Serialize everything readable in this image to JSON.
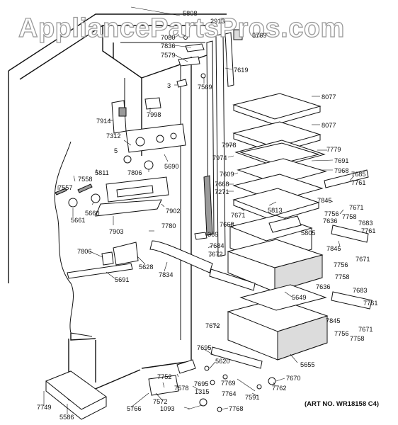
{
  "watermark": "AppliancePartsPros.com",
  "art_no": "(ART NO. WR18158 C4)",
  "parts": {
    "p5808": "5808",
    "p2913": "2913",
    "p5769": "5769",
    "p7080": "7080",
    "p7836": "7836",
    "p7579": "7579",
    "p7619": "7619",
    "p7569": "7569",
    "p3": "3",
    "p8077a": "8077",
    "p8077b": "8077",
    "p7914": "7914",
    "p7998": "7998",
    "p7978": "7978",
    "p7779": "7779",
    "p7974": "7974",
    "p7691": "7691",
    "p7609": "7609",
    "p7968": "7968",
    "p7685": "7685",
    "p7668a": "7668",
    "p7761a": "7761",
    "p7271": "7271",
    "p7312": "7312",
    "p5": "5",
    "p5690": "5690",
    "p5811": "5811",
    "p7806a": "7806",
    "p7558": "7558",
    "p7557": "7557",
    "p5660": "5660",
    "p5661": "5661",
    "p7902": "7902",
    "p7903": "7903",
    "p7671a": "7671",
    "p5813": "5813",
    "p7845a": "7845",
    "p7756a": "7756",
    "p7758a": "7758",
    "p7671b": "7671",
    "p7668b": "7668",
    "p5805": "5805",
    "p7636a": "7636",
    "p7683a": "7683",
    "p7761b": "7761",
    "p7780": "7780",
    "p369": "369",
    "p7684": "7684",
    "p7672a": "7672",
    "p7845b": "7845",
    "p7756b": "7756",
    "p7671c": "7671",
    "p7806b": "7806",
    "p5628": "5628",
    "p7834": "7834",
    "p5691": "5691",
    "p5649": "5649",
    "p7636b": "7636",
    "p7683b": "7683",
    "p7761c": "7761",
    "p7845c": "7845",
    "p7756c": "7756",
    "p7671d": "7671",
    "p7758b": "7758",
    "p7672b": "7672",
    "p7695a": "7695",
    "p5620": "5620",
    "p5655": "5655",
    "p7752": "7752",
    "p7769": "7769",
    "p7578": "7578",
    "p7695b": "7695",
    "p1315": "1315",
    "p7764": "7764",
    "p7591": "7591",
    "p7762": "7762",
    "p7670": "7670",
    "p7749": "7749",
    "p5586": "5586",
    "p5766": "5766",
    "p7572": "7572",
    "p1093": "1093",
    "p7768": "7768",
    "p7758c": "7758"
  }
}
